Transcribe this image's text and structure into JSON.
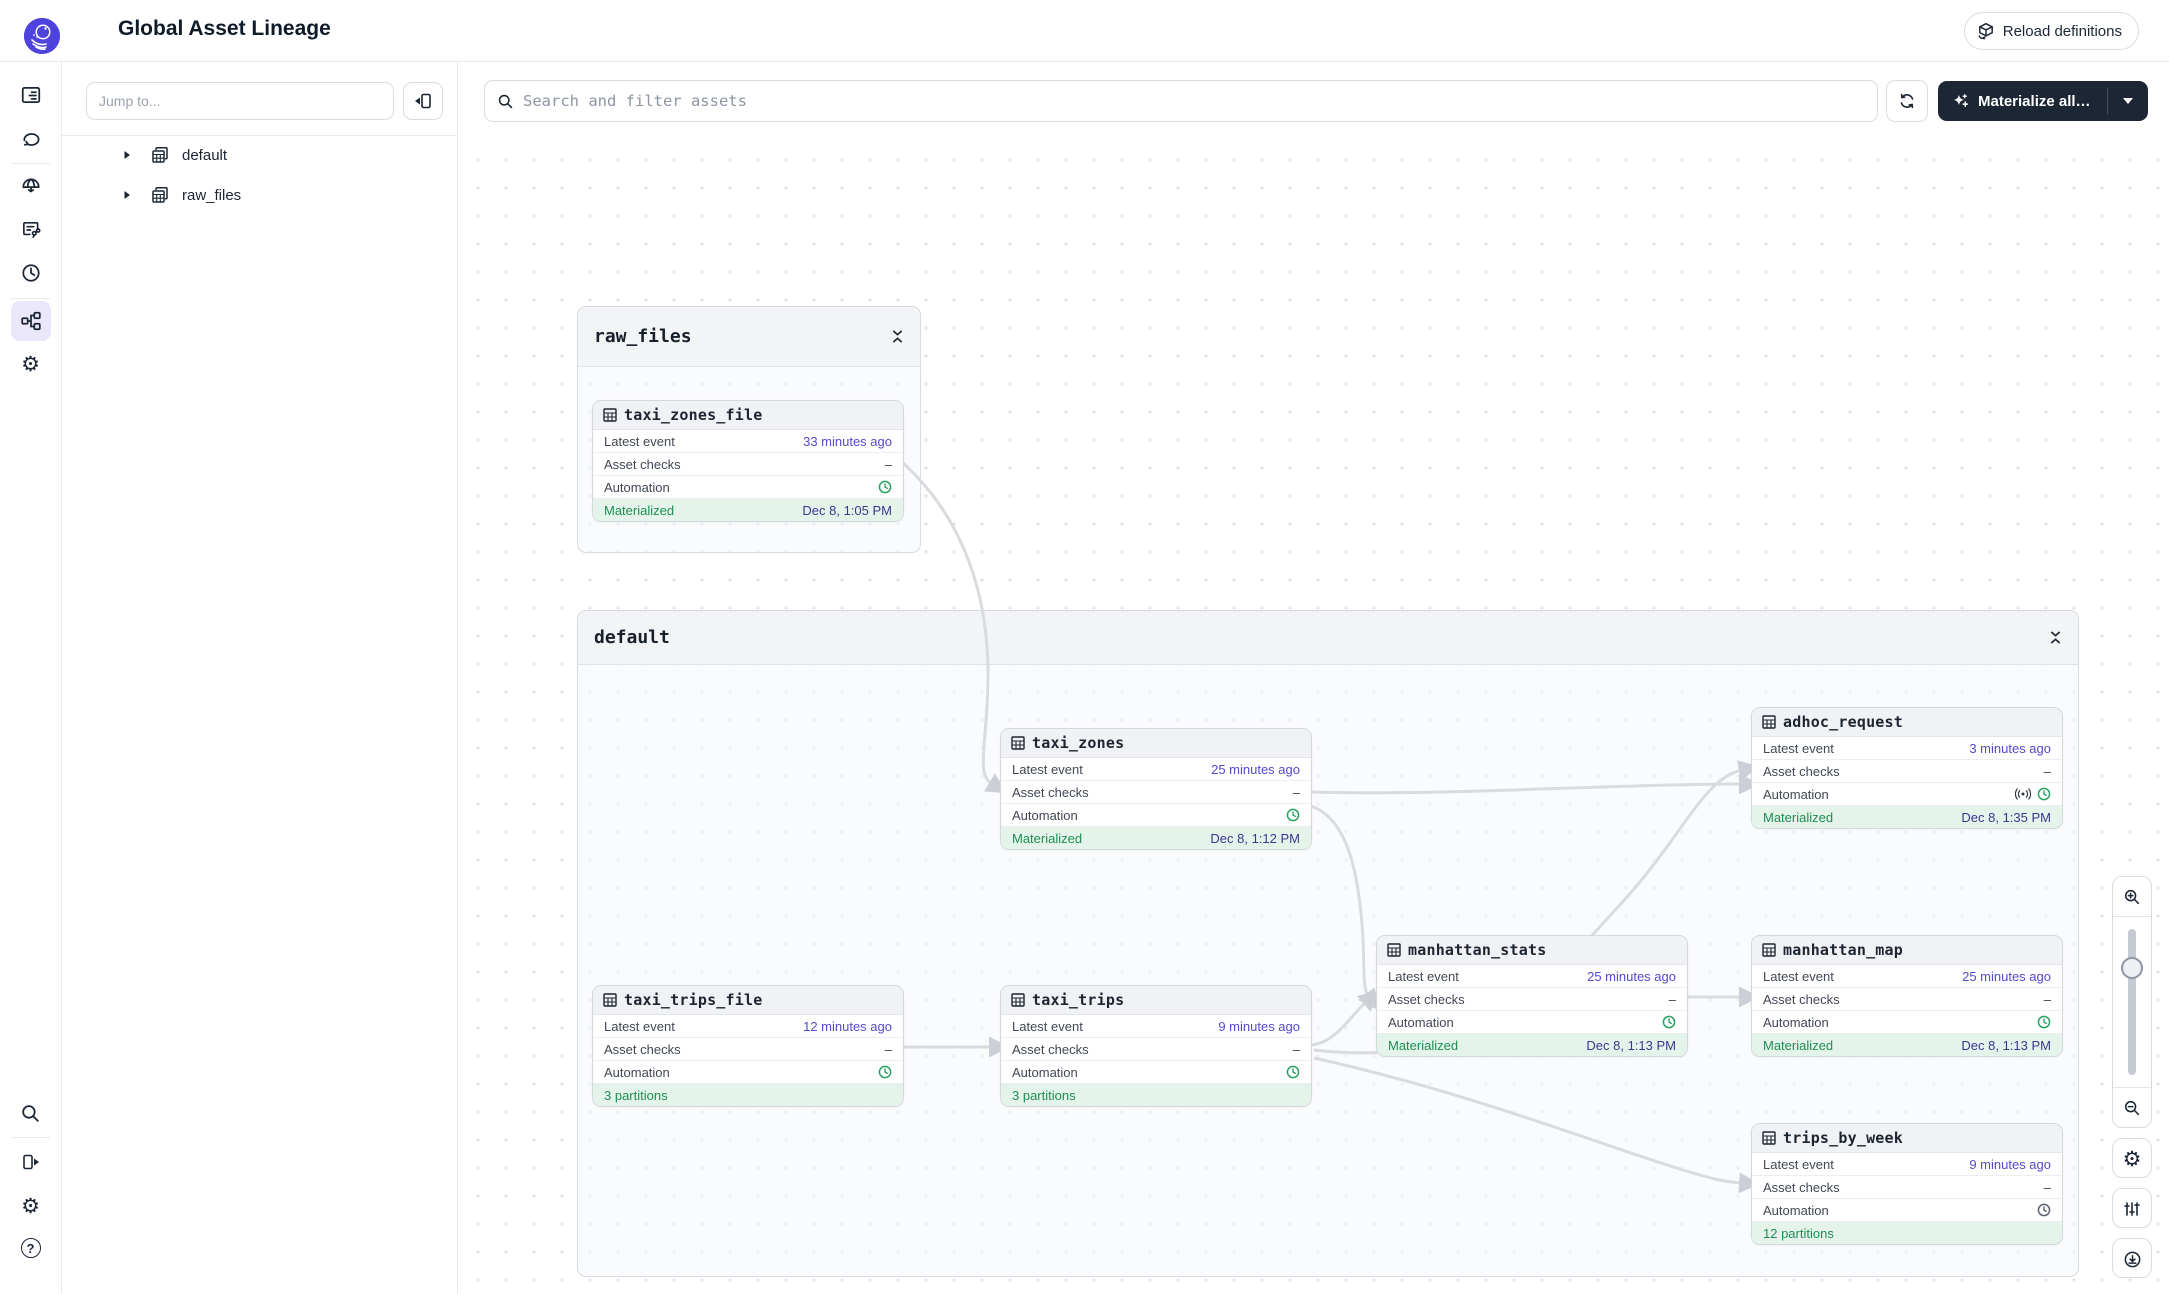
{
  "app": {
    "title": "Global Asset Lineage",
    "reload_button": "Reload definitions"
  },
  "left_panel": {
    "jump_placeholder": "Jump to...",
    "groups": [
      {
        "label": "default"
      },
      {
        "label": "raw_files"
      }
    ]
  },
  "toolbar": {
    "search_placeholder": "Search and filter assets",
    "materialize_label": "Materialize all…"
  },
  "labels": {
    "latest_event": "Latest event",
    "asset_checks": "Asset checks",
    "automation": "Automation"
  },
  "graph": {
    "groups": [
      {
        "name": "raw_files"
      },
      {
        "name": "default"
      }
    ],
    "nodes": [
      {
        "name": "taxi_zones_file",
        "latest_event": "33 minutes ago",
        "asset_checks": "–",
        "status_label": "Materialized",
        "status_value": "Dec 8, 1:05 PM"
      },
      {
        "name": "taxi_zones",
        "latest_event": "25 minutes ago",
        "asset_checks": "–",
        "status_label": "Materialized",
        "status_value": "Dec 8, 1:12 PM"
      },
      {
        "name": "adhoc_request",
        "latest_event": "3 minutes ago",
        "asset_checks": "–",
        "status_label": "Materialized",
        "status_value": "Dec 8, 1:35 PM"
      },
      {
        "name": "manhattan_stats",
        "latest_event": "25 minutes ago",
        "asset_checks": "–",
        "status_label": "Materialized",
        "status_value": "Dec 8, 1:13 PM"
      },
      {
        "name": "manhattan_map",
        "latest_event": "25 minutes ago",
        "asset_checks": "–",
        "status_label": "Materialized",
        "status_value": "Dec 8, 1:13 PM"
      },
      {
        "name": "taxi_trips_file",
        "latest_event": "12 minutes ago",
        "asset_checks": "–",
        "status_label": "3 partitions",
        "status_value": ""
      },
      {
        "name": "taxi_trips",
        "latest_event": "9 minutes ago",
        "asset_checks": "–",
        "status_label": "3 partitions",
        "status_value": ""
      },
      {
        "name": "trips_by_week",
        "latest_event": "9 minutes ago",
        "asset_checks": "–",
        "status_label": "12 partitions",
        "status_value": ""
      }
    ]
  },
  "colors": {
    "accent_purple": "#4f43dd",
    "link_purple": "#5349ce",
    "status_green": "#1e8e52",
    "green_bg": "#e5f4eb",
    "dark_button": "#1c2634",
    "edge": "#d9dbdf"
  }
}
